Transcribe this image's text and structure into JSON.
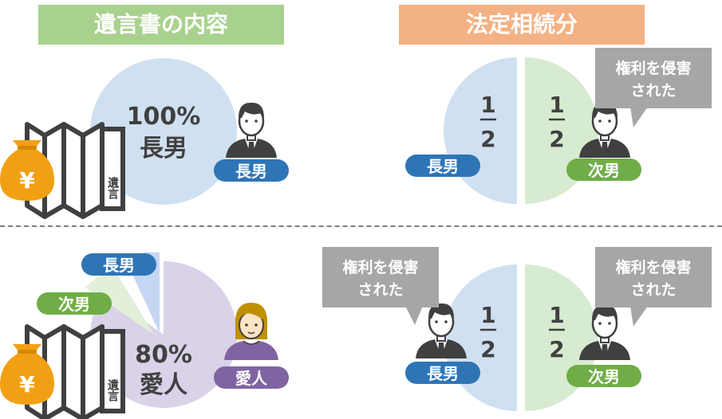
{
  "headers": {
    "will_contents": "遺言書の内容",
    "legal_share": "法定相続分"
  },
  "will_icon_label": "遺言",
  "yen_icon_label": "¥",
  "infringed_note_line1": "権利を侵害",
  "infringed_note_line2": "された",
  "fraction": {
    "numerator": "1",
    "denominator": "2"
  },
  "top_will": {
    "percent": "100%",
    "recipient": "長男",
    "person_label": "長男"
  },
  "bottom_will": {
    "percent": "80%",
    "recipient": "愛人",
    "person_label": "愛人",
    "slice_labels": {
      "eldest": "長男",
      "second": "次男"
    }
  },
  "top_legal": {
    "left_label": "長男",
    "right_label": "次男"
  },
  "bottom_legal": {
    "left_label": "長男",
    "right_label": "次男"
  },
  "colors": {
    "blue_pie": "#cfe0f1",
    "green_pie": "#d7ebd0",
    "purple_pie": "#d9d2e9",
    "blue_tag": "#2e75b6",
    "green_tag": "#70ad47",
    "purple_tag": "#8064a2",
    "bubble": "#a6a6a6",
    "yen_bag": "#f2a013"
  }
}
